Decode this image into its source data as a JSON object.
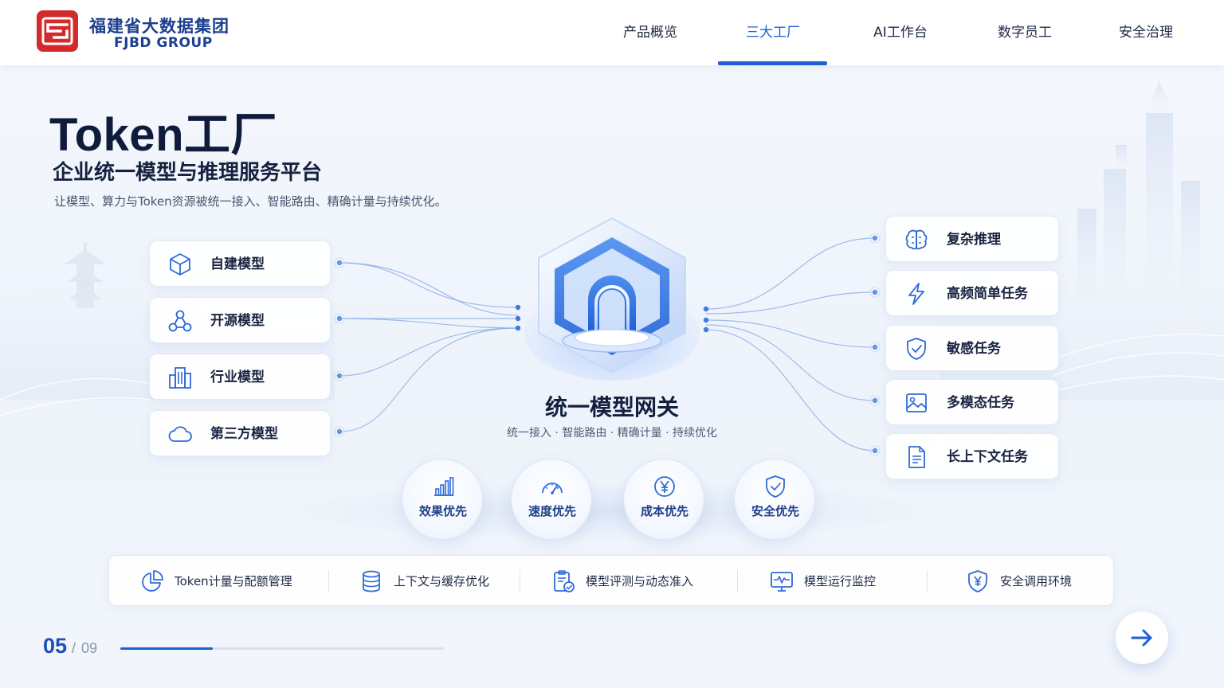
{
  "brand": {
    "name_cn": "福建省大数据集团",
    "name_en": "FJBD GROUP"
  },
  "nav": {
    "items": [
      {
        "label": "产品概览"
      },
      {
        "label": "三大工厂",
        "active": true
      },
      {
        "label": "AI工作台"
      },
      {
        "label": "数字员工"
      },
      {
        "label": "安全治理"
      }
    ]
  },
  "hero": {
    "title": "Token工厂",
    "subtitle": "企业统一模型与推理服务平台",
    "description": "让模型、算力与Token资源被统一接入、智能路由、精确计量与持续优化。"
  },
  "sources": [
    {
      "label": "自建模型",
      "icon": "cube-icon"
    },
    {
      "label": "开源模型",
      "icon": "network-icon"
    },
    {
      "label": "行业模型",
      "icon": "buildings-icon"
    },
    {
      "label": "第三方模型",
      "icon": "cloud-icon"
    }
  ],
  "gateway": {
    "title": "统一模型网关",
    "tagline": "统一接入 · 智能路由 · 精确计量 · 持续优化",
    "icon": "gateway-icon"
  },
  "tasks": [
    {
      "label": "复杂推理",
      "icon": "brain-icon"
    },
    {
      "label": "高频简单任务",
      "icon": "lightning-icon"
    },
    {
      "label": "敏感任务",
      "icon": "shield-check-icon"
    },
    {
      "label": "多模态任务",
      "icon": "image-icon"
    },
    {
      "label": "长上下文任务",
      "icon": "document-icon"
    }
  ],
  "priorities": [
    {
      "label": "效果优先",
      "icon": "bar-chart-icon"
    },
    {
      "label": "速度优先",
      "icon": "speedometer-icon"
    },
    {
      "label": "成本优先",
      "icon": "yuan-icon"
    },
    {
      "label": "安全优先",
      "icon": "shield-icon"
    }
  ],
  "features": [
    {
      "label": "Token计量与配额管理",
      "icon": "pie-chart-icon"
    },
    {
      "label": "上下文与缓存优化",
      "icon": "database-icon"
    },
    {
      "label": "模型评测与动态准入",
      "icon": "clipboard-check-icon"
    },
    {
      "label": "模型运行监控",
      "icon": "monitor-icon"
    },
    {
      "label": "安全调用环境",
      "icon": "shield-yuan-icon"
    }
  ],
  "pager": {
    "current": "05",
    "separator": "/",
    "total": "09",
    "progress": 0.285
  },
  "colors": {
    "accent": "#1f5fd6",
    "brand_red": "#d42a2a",
    "brand_blue": "#1d3f8f",
    "title": "#0f1b3a"
  }
}
